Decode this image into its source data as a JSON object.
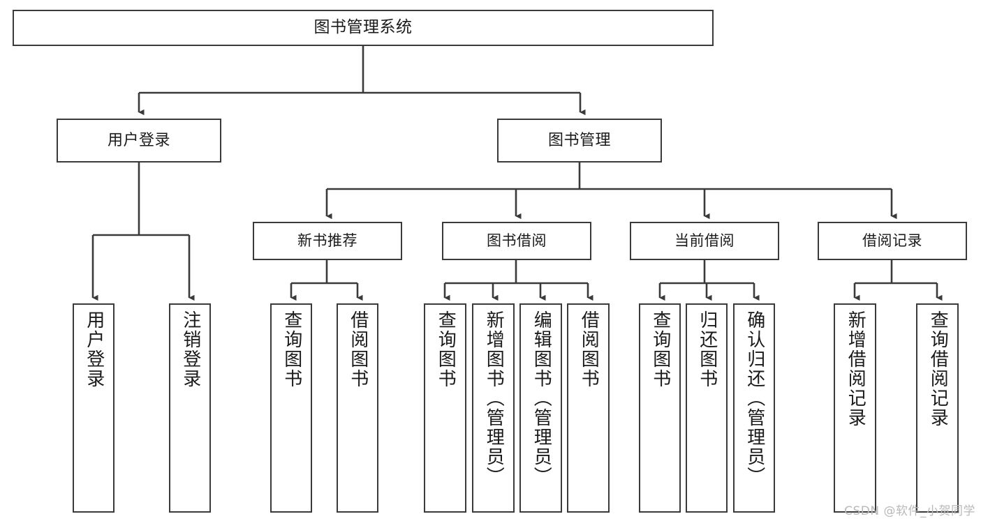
{
  "diagram": {
    "title": "图书管理系统",
    "watermark": "CSDN @软件_小贺同学",
    "line_color": "#3a3a3a",
    "box_fill": "#ffffff",
    "text_color": "#1a1a1a",
    "background": "#ffffff"
  },
  "nodes": {
    "root": {
      "label": "图书管理系统"
    },
    "level2": [
      {
        "label": "用户登录"
      },
      {
        "label": "图书管理"
      }
    ],
    "level3": [
      {
        "label": "新书推荐"
      },
      {
        "label": "图书借阅"
      },
      {
        "label": "当前借阅"
      },
      {
        "label": "借阅记录"
      }
    ],
    "leaves": {
      "user_login": [
        {
          "label": "用户登录"
        },
        {
          "label": "注销登录"
        }
      ],
      "new_book": [
        {
          "label": "查询图书"
        },
        {
          "label": "借阅图书"
        }
      ],
      "book_borrow": [
        {
          "label": "查询图书"
        },
        {
          "label": "新增图书（管理员）"
        },
        {
          "label": "编辑图书（管理员）"
        },
        {
          "label": "借阅图书"
        }
      ],
      "current_borrow": [
        {
          "label": "查询图书"
        },
        {
          "label": "归还图书"
        },
        {
          "label": "确认归还（管理员）"
        }
      ],
      "borrow_record": [
        {
          "label": "新增借阅记录"
        },
        {
          "label": "查询借阅记录"
        }
      ]
    }
  }
}
